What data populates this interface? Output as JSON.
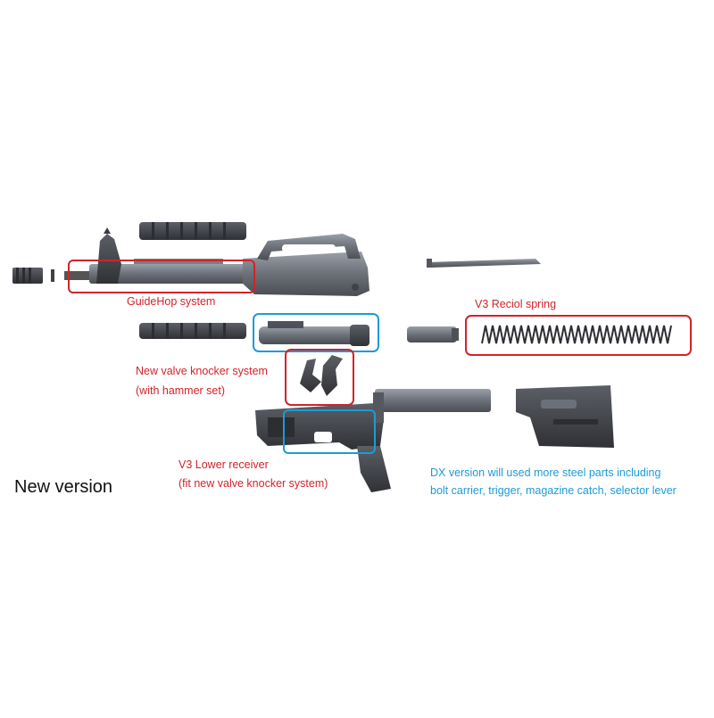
{
  "title": "New version",
  "callouts": {
    "guidehop": "GuideHop system",
    "recoil_spring": "V3 Reciol spring",
    "valve_knocker_line1": "New valve knocker system",
    "valve_knocker_line2": "(with hammer set)",
    "lower_receiver_line1": "V3 Lower receiver",
    "lower_receiver_line2": "(fit new valve knocker system)",
    "dx_note_line1": "DX version will used more steel parts including",
    "dx_note_line2": "bolt carrier, trigger, magazine catch, selector lever"
  },
  "colors": {
    "callout_red": "#d2232a",
    "callout_blue": "#1d9bd7",
    "part_fill": "#6e7178",
    "part_dark": "#3f4247",
    "part_light": "#9a9ea6"
  },
  "parts": [
    "flash-hider-icon",
    "upper-receiver-icon",
    "handguard-top-icon",
    "handguard-bottom-icon",
    "charging-handle-icon",
    "bolt-carrier-icon",
    "buffer-icon",
    "recoil-spring-icon",
    "valve-knocker-icon",
    "lower-receiver-icon",
    "buffer-tube-icon",
    "stock-icon"
  ]
}
